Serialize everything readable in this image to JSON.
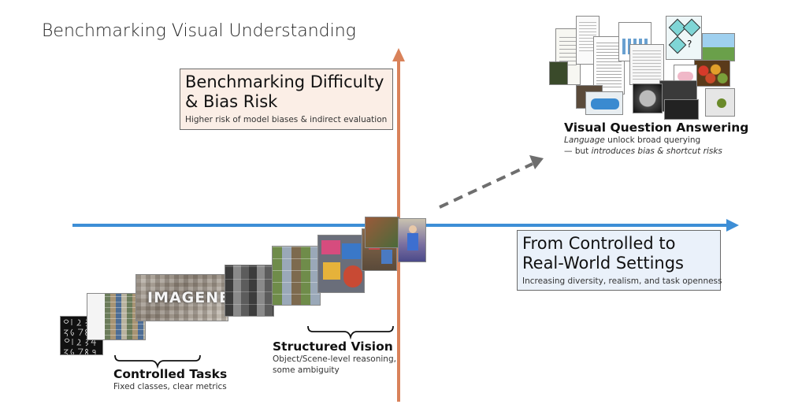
{
  "page_title": "Benchmarking Visual Understanding",
  "difficulty_box": {
    "title_line1": "Benchmarking Difficulty",
    "title_line2": "& Bias Risk",
    "subtitle": "Higher risk of model biases & indirect evaluation"
  },
  "realworld_box": {
    "title_line1": "From Controlled to",
    "title_line2": "Real-World Settings",
    "subtitle": "Increasing diversity, realism, and task openness"
  },
  "controlled_tasks": {
    "title": "Controlled Tasks",
    "subtitle": "Fixed classes, clear metrics"
  },
  "structured_vision": {
    "title": "Structured Vision",
    "subtitle_line1": "Object/Scene-level reasoning,",
    "subtitle_line2": "some ambiguity"
  },
  "vqa": {
    "title": "Visual Question Answering",
    "line1_italic": "Language",
    "line1_rest": " unlock broad querying",
    "line2_prefix": "— but ",
    "line2_italic": "introduces bias & shortcut risks"
  },
  "imagenet_logo": "IMAGENET",
  "colors": {
    "horizontal_axis": "#3d8ed6",
    "vertical_axis": "#d9825a",
    "dashed_arrow": "#6e6e6e",
    "difficulty_box_bg": "#fbeee6",
    "realworld_box_bg": "#eaf1fa"
  }
}
